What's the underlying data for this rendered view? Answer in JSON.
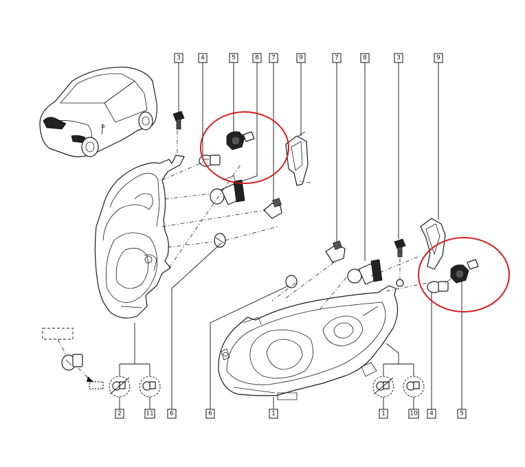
{
  "diagram": {
    "highlight_color": "#d41e1e",
    "callouts": [
      {
        "id": "c-3-left",
        "label": "3"
      },
      {
        "id": "c-4-left",
        "label": "4"
      },
      {
        "id": "c-5-left",
        "label": "5"
      },
      {
        "id": "c-8-left",
        "label": "8"
      },
      {
        "id": "c-7-left",
        "label": "7"
      },
      {
        "id": "c-9-left",
        "label": "9"
      },
      {
        "id": "c-7-right",
        "label": "7"
      },
      {
        "id": "c-8-right",
        "label": "8"
      },
      {
        "id": "c-3-right",
        "label": "3"
      },
      {
        "id": "c-9-right",
        "label": "9"
      },
      {
        "id": "c-2-bottom",
        "label": "2"
      },
      {
        "id": "c-11-bottom",
        "label": "11"
      },
      {
        "id": "c-6-left-bottom",
        "label": "6"
      },
      {
        "id": "c-6-mid-bottom",
        "label": "6"
      },
      {
        "id": "c-1-bottom",
        "label": "1"
      },
      {
        "id": "c-1b-bottom",
        "label": "1"
      },
      {
        "id": "c-10-bottom",
        "label": "10"
      },
      {
        "id": "c-4-right-bottom",
        "label": "4"
      },
      {
        "id": "c-5-right-bottom",
        "label": "5"
      }
    ]
  }
}
